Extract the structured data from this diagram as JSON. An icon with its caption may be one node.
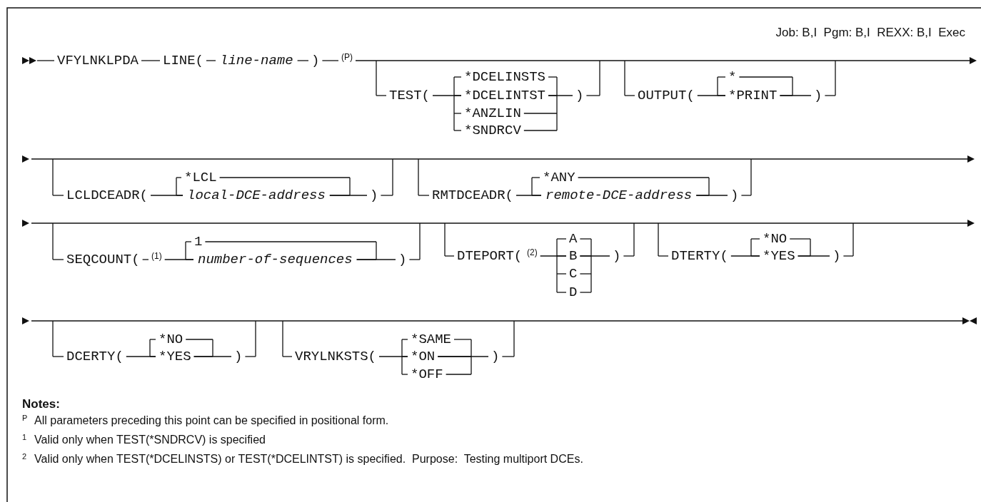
{
  "diagram": {
    "labels": [
      "Job: B,I  Pgm: B,I  REXX: B,I  Exec",
      "VFYLNKLPDA",
      "LINE(",
      "line-name",
      ")",
      "(P)",
      "TEST(",
      "*DCELINSTS",
      "*DCELINTST",
      "*ANZLIN",
      "*SNDRCV",
      ")",
      "OUTPUT(",
      "*",
      "*PRINT",
      ")",
      "LCLDCEADR(",
      "*LCL",
      "local-DCE-address",
      ")",
      "RMTDCEADR(",
      "*ANY",
      "remote-DCE-address",
      ")",
      "SEQCOUNT(",
      "(1)",
      "1",
      "number-of-sequences",
      ")",
      "DTEPORT(",
      "(2)",
      "A",
      "B",
      "C",
      "D",
      ")",
      "DTERTY(",
      "*NO",
      "*YES",
      ")",
      "DCERTY(",
      "*NO",
      "*YES",
      ")",
      "VRYLNKSTS(",
      "*SAME",
      "*ON",
      "*OFF",
      ")",
      "Notes:",
      "P",
      "All parameters preceding this point can be specified in positional form.",
      "1",
      "Valid only when TEST(*SNDRCV) is specified",
      "2",
      "Valid only when TEST(*DCELINSTS) or TEST(*DCELINTST) is specified.  Purpose:  Testing multiport DCEs."
    ]
  }
}
